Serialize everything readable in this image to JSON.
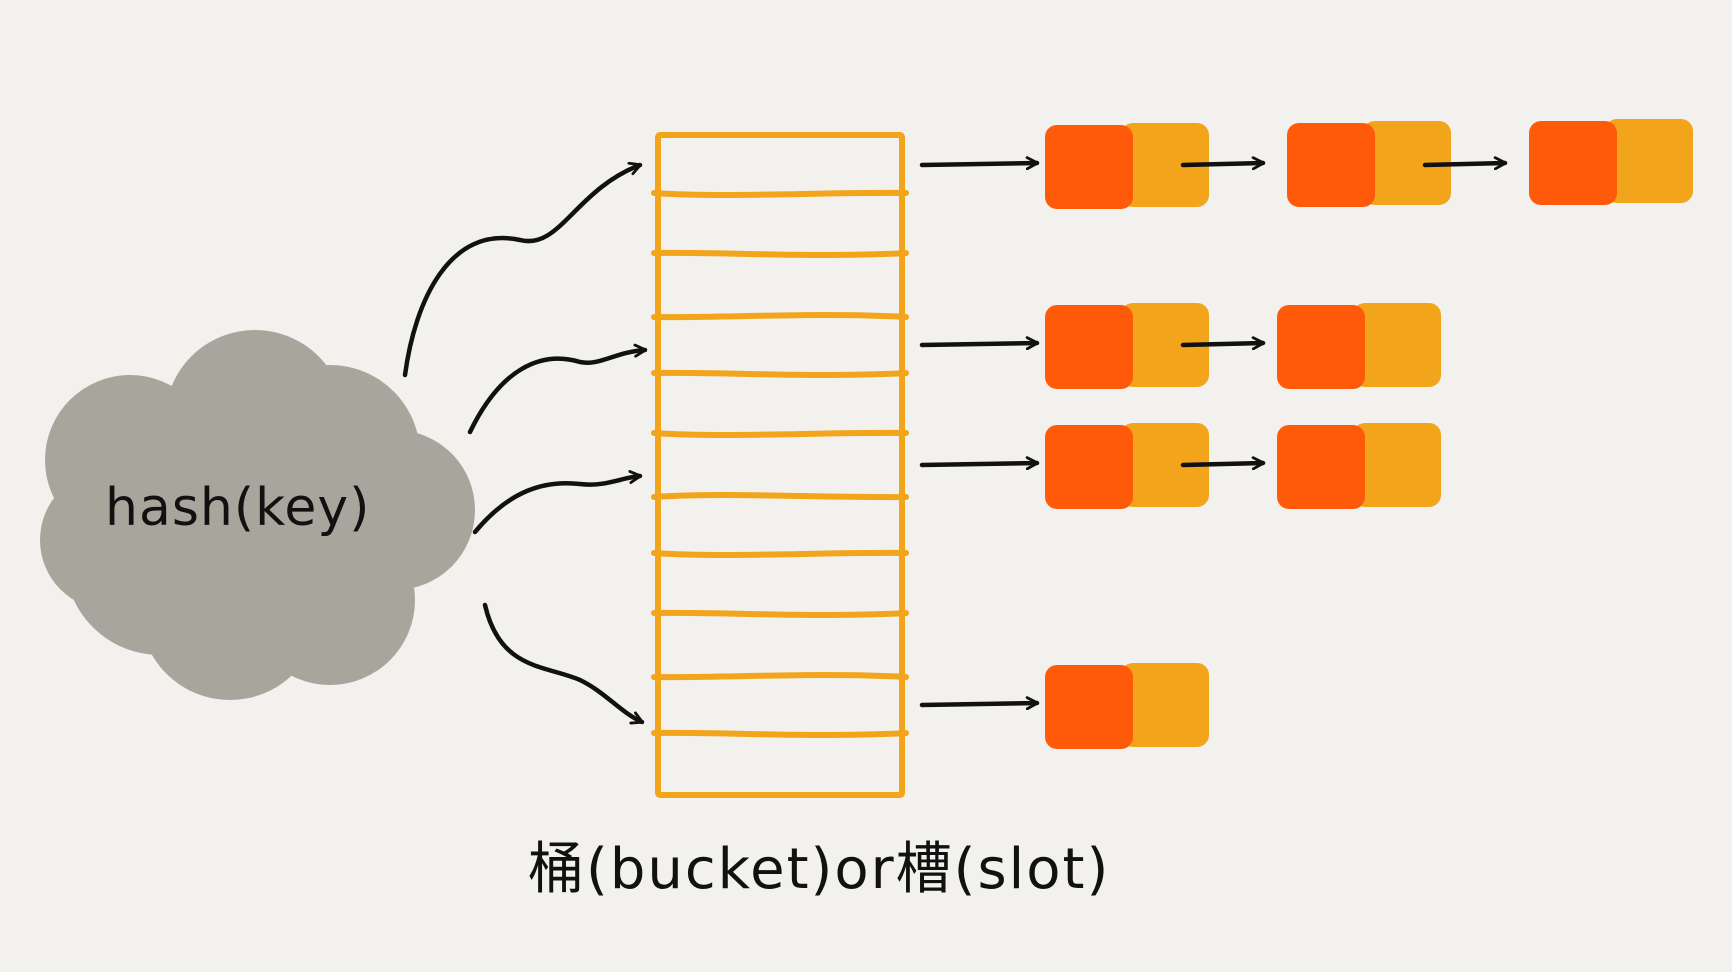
{
  "hash_function": {
    "label": "hash(key)"
  },
  "table": {
    "caption": "桶(bucket)or槽(slot)",
    "slot_count": 11
  },
  "chains": [
    {
      "slot": 0,
      "nodes": 3
    },
    {
      "slot": 3,
      "nodes": 2
    },
    {
      "slot": 5,
      "nodes": 2
    },
    {
      "slot": 9,
      "nodes": 1
    }
  ],
  "colors": {
    "background": "#f2f1ed",
    "cloud": "#a7a59c",
    "table_outline": "#f2a51a",
    "node_key": "#ff5a0a",
    "node_next": "#f2a51a",
    "ink": "#111111"
  },
  "icons": {
    "arrow": "arrow-right-icon",
    "cloud": "cloud-icon"
  }
}
